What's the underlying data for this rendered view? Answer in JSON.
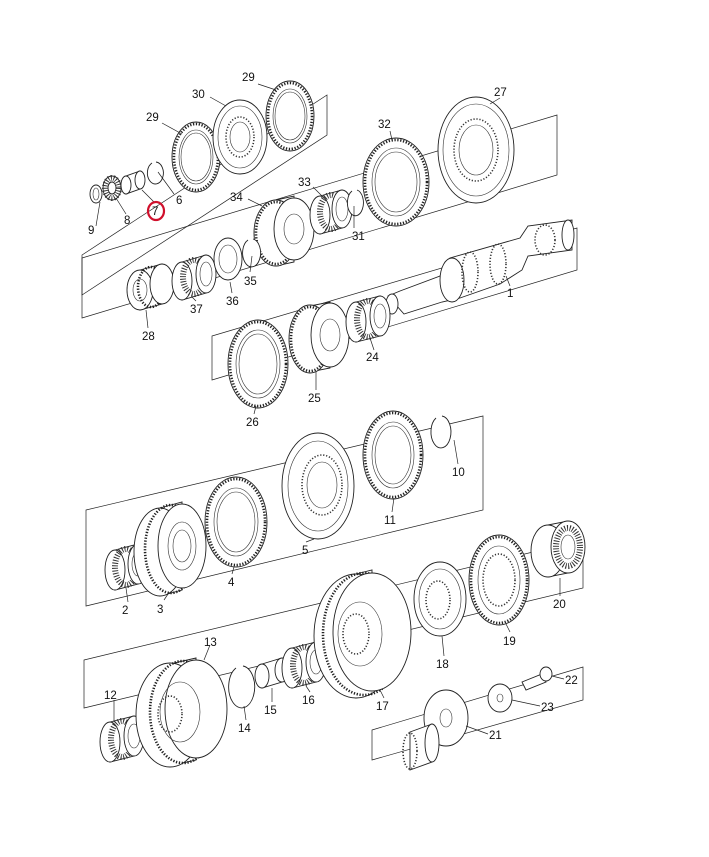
{
  "highlight": {
    "label": "7",
    "color": "#d0102c"
  },
  "callouts": [
    "1",
    "2",
    "3",
    "4",
    "5",
    "6",
    "7",
    "8",
    "9",
    "10",
    "11",
    "12",
    "13",
    "14",
    "15",
    "16",
    "17",
    "18",
    "19",
    "20",
    "21",
    "22",
    "23",
    "24",
    "25",
    "26",
    "27",
    "28",
    "29",
    "30",
    "31",
    "32",
    "33",
    "34",
    "35",
    "36",
    "37"
  ],
  "colors": {
    "line": "#222222",
    "background": "#ffffff",
    "highlight": "#d0102c"
  }
}
